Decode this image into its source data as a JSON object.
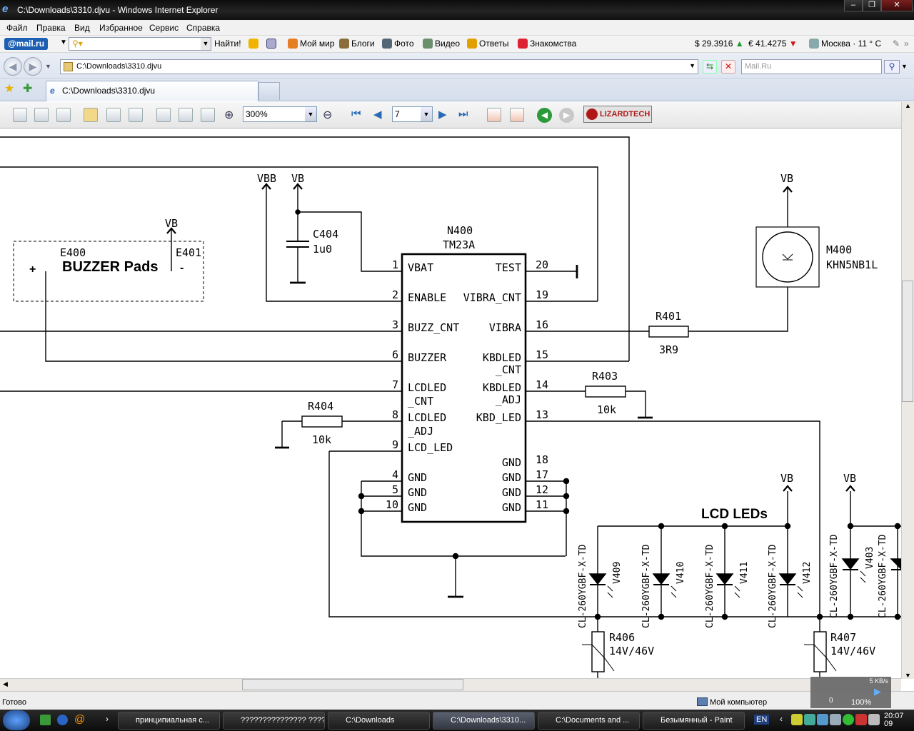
{
  "window": {
    "title": "C:\\Downloads\\3310.djvu - Windows Internet Explorer",
    "min": "‒",
    "max": "❐",
    "close": "✕"
  },
  "menu": [
    "Файл",
    "Правка",
    "Вид",
    "Избранное",
    "Сервис",
    "Справка"
  ],
  "mailbar": {
    "brand": "@mail.ru",
    "find": "Найти!",
    "items": [
      "Мой мир",
      "Блоги",
      "Фото",
      "Видео",
      "Ответы",
      "Знакомства"
    ],
    "usd": "$ 29.3916",
    "eur": "€ 41.4275",
    "weather": "Москва · 11 ° C"
  },
  "address": {
    "url": "C:\\Downloads\\3310.djvu",
    "search_placeholder": "Mail.Ru"
  },
  "tabs": {
    "active": "C:\\Downloads\\3310.djvu"
  },
  "djvu": {
    "zoom": "300%",
    "page": "7",
    "brand": "LIZARDTECH"
  },
  "schematic": {
    "net_vbb": "VBB",
    "net_vb": "VB",
    "c404": "C404",
    "c404_val": "1u0",
    "n400": "N400",
    "n400_type": "TM23A",
    "buzzer_pads": "BUZZER Pads",
    "e400": "E400",
    "e401": "E401",
    "plus": "+",
    "minus": "-",
    "m400": "M400",
    "m400_type": "KHN5NB1L",
    "r401": "R401",
    "r401_val": "3R9",
    "r403": "R403",
    "r403_val": "10k",
    "r404": "R404",
    "r404_val": "10k",
    "r406": "R406",
    "r406_val": "14V/46V",
    "r407": "R407",
    "r407_val": "14V/46V",
    "lcd_leds": "LCD LEDs",
    "led_part": "CL-260YGBF-X-TD",
    "v409": "V409",
    "v410": "V410",
    "v411": "V411",
    "v412": "V412",
    "v403": "V403",
    "pins_left": [
      {
        "num": "1",
        "name": "VBAT"
      },
      {
        "num": "2",
        "name": "ENABLE"
      },
      {
        "num": "3",
        "name": "BUZZ_CNT"
      },
      {
        "num": "6",
        "name": "BUZZER"
      },
      {
        "num": "7",
        "name": "LCDLED"
      },
      {
        "num": "8",
        "name": "LCDLED"
      },
      {
        "num": "9",
        "name": "LCD_LED"
      },
      {
        "num": "4",
        "name": "GND"
      },
      {
        "num": "5",
        "name": "GND"
      },
      {
        "num": "10",
        "name": "GND"
      }
    ],
    "pins_left_sub": [
      "_CNT",
      "_ADJ"
    ],
    "pins_right": [
      {
        "num": "20",
        "name": "TEST"
      },
      {
        "num": "19",
        "name": "VIBRA_CNT"
      },
      {
        "num": "16",
        "name": "VIBRA"
      },
      {
        "num": "15",
        "name": "KBDLED"
      },
      {
        "num": "14",
        "name": "KBDLED"
      },
      {
        "num": "13",
        "name": "KBD_LED"
      },
      {
        "num": "18",
        "name": "GND"
      },
      {
        "num": "17",
        "name": "GND"
      },
      {
        "num": "12",
        "name": "GND"
      },
      {
        "num": "11",
        "name": "GND"
      }
    ],
    "pins_right_sub": [
      "_CNT",
      "_ADJ"
    ]
  },
  "status": {
    "text": "Готово",
    "zone": "Мой компьютер",
    "zoom": "100%",
    "speed": "5 KB/s",
    "count": "0"
  },
  "taskbar": {
    "items": [
      "принципиальная с...",
      "??????????????? ????...",
      "C:\\Downloads",
      "C:\\Downloads\\3310...",
      "C:\\Documents and ...",
      "Безымянный - Paint"
    ],
    "lang": "EN",
    "time": "20:07",
    "date": "09"
  },
  "colors": {
    "accent": "#2a64c5",
    "mail_brand": "#1d5fb3",
    "lizard": "#b01818"
  }
}
